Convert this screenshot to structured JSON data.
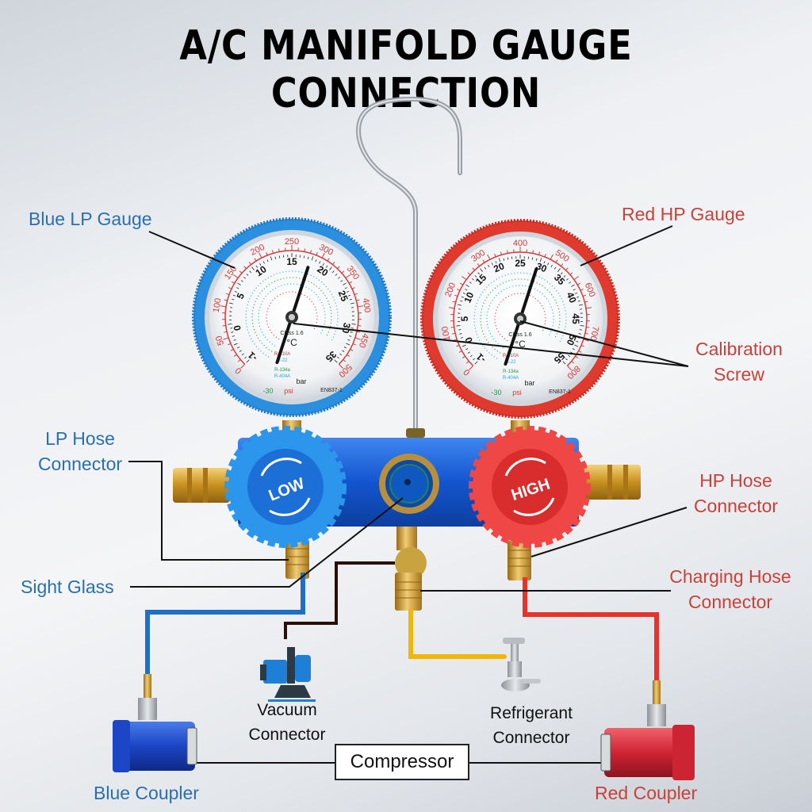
{
  "title": "A/C MANIFOLD GAUGE CONNECTION",
  "labels": {
    "blue_lp_gauge": "Blue LP Gauge",
    "red_hp_gauge": "Red HP Gauge",
    "calibration_screw_1": "Calibration",
    "calibration_screw_2": "Screw",
    "lp_hose_1": "LP Hose",
    "lp_hose_2": "Connector",
    "sight_glass": "Sight Glass",
    "hp_hose_1": "HP Hose",
    "hp_hose_2": "Connector",
    "charging_hose_1": "Charging Hose",
    "charging_hose_2": "Connector",
    "vacuum_1": "Vacuum",
    "vacuum_2": "Connector",
    "refrigerant_1": "Refrigerant",
    "refrigerant_2": "Connector",
    "compressor": "Compressor",
    "blue_coupler": "Blue Coupler",
    "red_coupler": "Red Coupler"
  },
  "valves": {
    "low": "LOW",
    "high": "HIGH"
  },
  "lp_gauge": {
    "psi_ticks": [
      "0",
      "50",
      "100",
      "150",
      "200",
      "250",
      "300",
      "350",
      "400",
      "450",
      "500"
    ],
    "bar_ticks": [
      "-1",
      "0",
      "5",
      "10",
      "15",
      "20",
      "25",
      "30",
      "35"
    ],
    "unit_psi": "psi",
    "unit_bar": "bar",
    "unit_c": "°C",
    "class": "Class 1.6",
    "standard": "EN837-1",
    "refrigerants": [
      "R-410A",
      "R-22",
      "R-134a",
      "R-404A"
    ],
    "vacuum": "-30"
  },
  "hp_gauge": {
    "psi_ticks": [
      "0",
      "100",
      "200",
      "300",
      "400",
      "500",
      "600",
      "700",
      "800"
    ],
    "bar_ticks": [
      "-1",
      "0",
      "5",
      "10",
      "15",
      "20",
      "25",
      "30",
      "35",
      "40",
      "45",
      "50",
      "55"
    ],
    "unit_psi": "psi",
    "unit_bar": "bar",
    "unit_c": "°C",
    "class": "Class 1.6",
    "standard": "EN837-1",
    "refrigerants": [
      "R-410A",
      "R-22",
      "R-134a",
      "R-404A"
    ],
    "vacuum": "-30"
  },
  "colors": {
    "blue_label": "#2a6fb0",
    "red_label": "#c8413a",
    "blue_hose": "#1f6fc4",
    "red_hose": "#e8332b",
    "yellow_hose": "#f2b705",
    "vacuum_hose": "#2a0e08",
    "lp_bezel": "#2b8fe0",
    "hp_bezel": "#e03a2f",
    "manifold": "#1560d8",
    "brass": "#d4a531"
  }
}
